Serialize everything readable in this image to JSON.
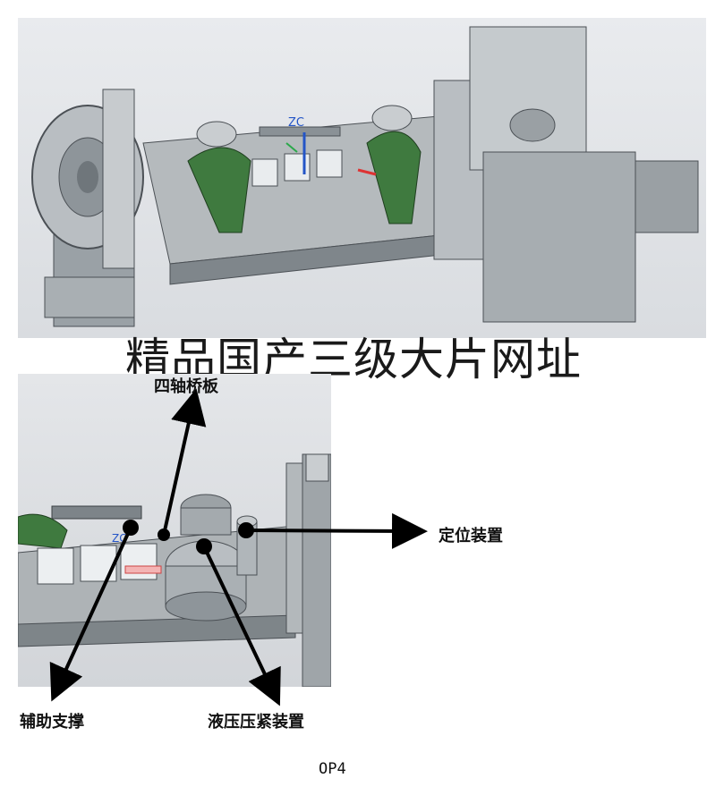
{
  "top_image": {
    "axis_label": "ZC"
  },
  "watermark": "精品国产三级大片网址",
  "callouts": {
    "bridge_plate": "四轴桥板",
    "locating_device": "定位装置",
    "aux_support": "辅助支撑",
    "hydraulic_clamp": "液压压紧装置"
  },
  "bottom_image": {
    "axis_label": "ZC"
  },
  "operation": "OP4"
}
